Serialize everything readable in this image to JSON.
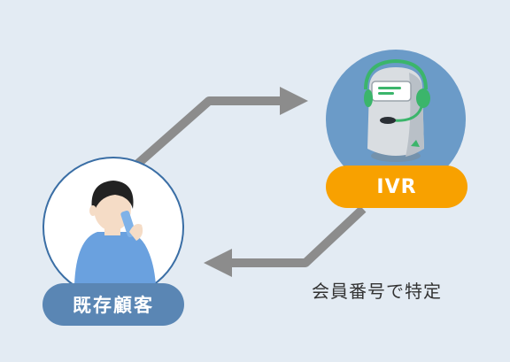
{
  "nodes": {
    "ivr": {
      "label": "IVR",
      "circle_color": "#6b9bc8",
      "pill_color": "#f8a100"
    },
    "customer": {
      "label": "既存顧客",
      "circle_color": "#ffffff",
      "pill_color": "#5a86b4"
    }
  },
  "edges": {
    "to_ivr": {
      "color": "#8c8c8c"
    },
    "to_customer": {
      "color": "#8c8c8c",
      "label": "会員番号で特定"
    }
  },
  "colors": {
    "background": "#e3ebf3",
    "robot_body": "#d9dde1",
    "headset": "#3bb56b",
    "person_shirt": "#6aa1df",
    "person_hair": "#222222",
    "phone": "#7fb2e8"
  },
  "icons": [
    "robot-icon",
    "person-on-phone-icon"
  ]
}
